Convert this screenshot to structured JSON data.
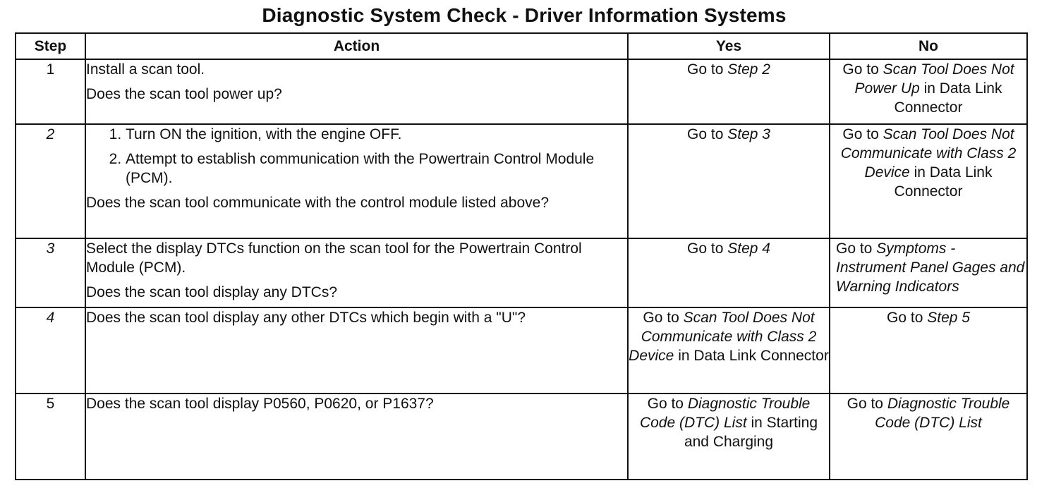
{
  "title": "Diagnostic System Check - Driver Information Systems",
  "headers": {
    "step": "Step",
    "action": "Action",
    "yes": "Yes",
    "no": "No"
  },
  "rows": [
    {
      "step": "1",
      "action_lines": [
        "Install a scan tool.",
        "Does the scan tool power up?"
      ],
      "yes": {
        "pre": "Go to ",
        "ref": "Step 2",
        "post": ""
      },
      "no": {
        "pre": "Go to ",
        "ref": "Scan Tool Does Not Power Up",
        "post": " in Data Link Connector"
      }
    },
    {
      "step": "2",
      "action_items": [
        "Turn ON the ignition, with the engine OFF.",
        "Attempt to establish communication with the Powertrain Control Module (PCM)."
      ],
      "action_question": "Does the scan tool communicate with the control module listed above?",
      "yes": {
        "pre": "Go to ",
        "ref": "Step 3",
        "post": ""
      },
      "no": {
        "pre": "Go to ",
        "ref": "Scan Tool Does Not Communicate with Class 2 Device",
        "post": " in Data Link Connector"
      }
    },
    {
      "step": "3",
      "action_lines": [
        "Select the display DTCs function on the scan tool for the Powertrain Control Module (PCM).",
        "Does the scan tool display any DTCs?"
      ],
      "yes": {
        "pre": "Go to ",
        "ref": "Step 4",
        "post": ""
      },
      "no": {
        "pre": "Go to ",
        "ref": "Symptoms - Instrument Panel Gages and Warning Indicators",
        "post": ""
      }
    },
    {
      "step": "4",
      "action_lines": [
        "Does the scan tool display any other DTCs which begin with a \"U\"?"
      ],
      "yes": {
        "pre": "Go to ",
        "ref": "Scan Tool Does Not Communicate with Class 2 Device",
        "post": " in Data Link Connector"
      },
      "no": {
        "pre": "Go to ",
        "ref": "Step 5",
        "post": ""
      }
    },
    {
      "step": "5",
      "action_lines": [
        "Does the scan tool display P0560, P0620, or P1637?"
      ],
      "yes": {
        "pre": "Go to ",
        "ref": "Diagnostic Trouble Code (DTC) List",
        "post": " in Starting and Charging"
      },
      "no": {
        "pre": "Go to ",
        "ref": "Diagnostic Trouble Code (DTC) List",
        "post": ""
      }
    }
  ]
}
